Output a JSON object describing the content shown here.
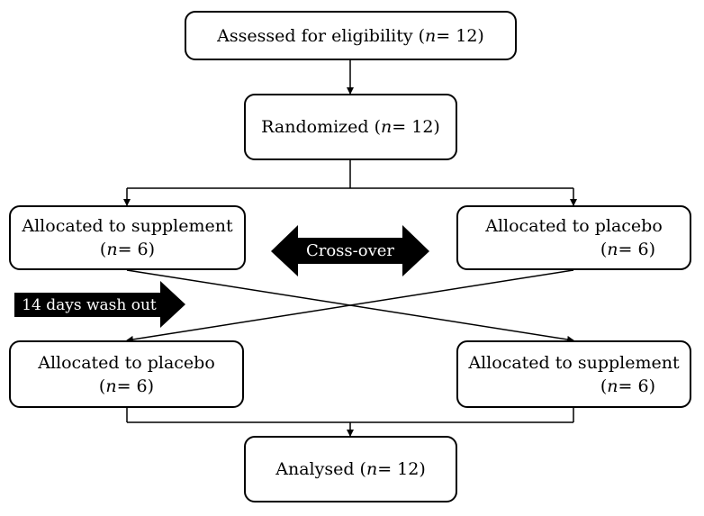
{
  "boxes": {
    "assessed": {
      "text": "Assessed for eligibility",
      "n_label": "n",
      "n_rest": "= 12"
    },
    "randomized": {
      "text": "Randomized",
      "n_label": "n",
      "n_rest": "= 12"
    },
    "top_left": {
      "text": "Allocated to supplement",
      "n_label": "n",
      "n_rest": "= 6"
    },
    "top_right": {
      "text": "Allocated to placebo",
      "n_label": "n",
      "n_rest": "= 6"
    },
    "bottom_left": {
      "text": "Allocated to placebo",
      "n_label": "n",
      "n_rest": "= 6"
    },
    "bottom_right": {
      "text": "Allocated to supplement",
      "n_label": "n",
      "n_rest": "= 6"
    },
    "analysed": {
      "text": "Analysed",
      "n_label": "n",
      "n_rest": "= 12"
    }
  },
  "labels": {
    "crossover": "Cross-over",
    "washout": "14 days wash out"
  },
  "colors": {
    "line": "#000000",
    "arrow_fill": "#000000",
    "arrow_text": "#ffffff"
  }
}
